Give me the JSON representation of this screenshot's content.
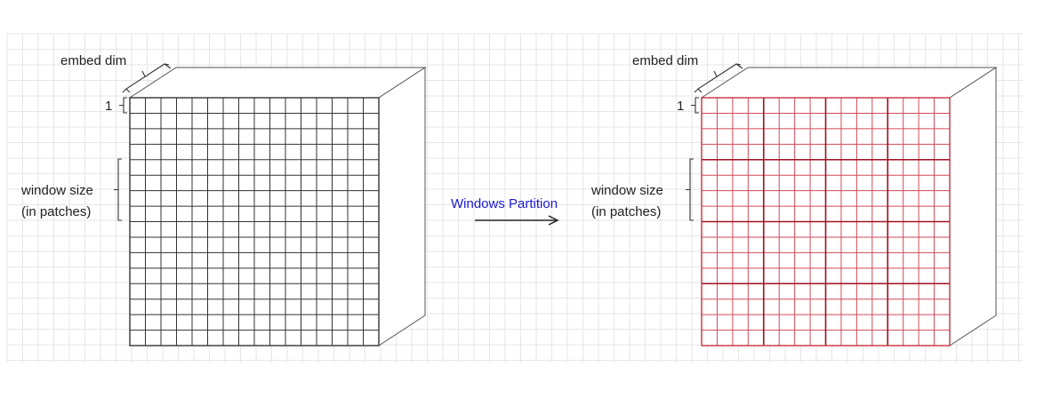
{
  "left_block": {
    "embed_label": "embed dim",
    "one_label": "1",
    "window_label_line1": "window size",
    "window_label_line2": "(in patches)",
    "grid_color": "#333333",
    "cells": 16
  },
  "right_block": {
    "embed_label": "embed dim",
    "one_label": "1",
    "window_label_line1": "window size",
    "window_label_line2": "(in patches)",
    "grid_color": "#d04a5a",
    "window_color": "#a0101e",
    "cells": 16,
    "windows_per_side": 4
  },
  "arrow": {
    "label": "Windows Partition",
    "label_color": "#1a1ad6"
  },
  "colors": {
    "background_grid": "#e6e6e6",
    "outline": "#555555"
  }
}
